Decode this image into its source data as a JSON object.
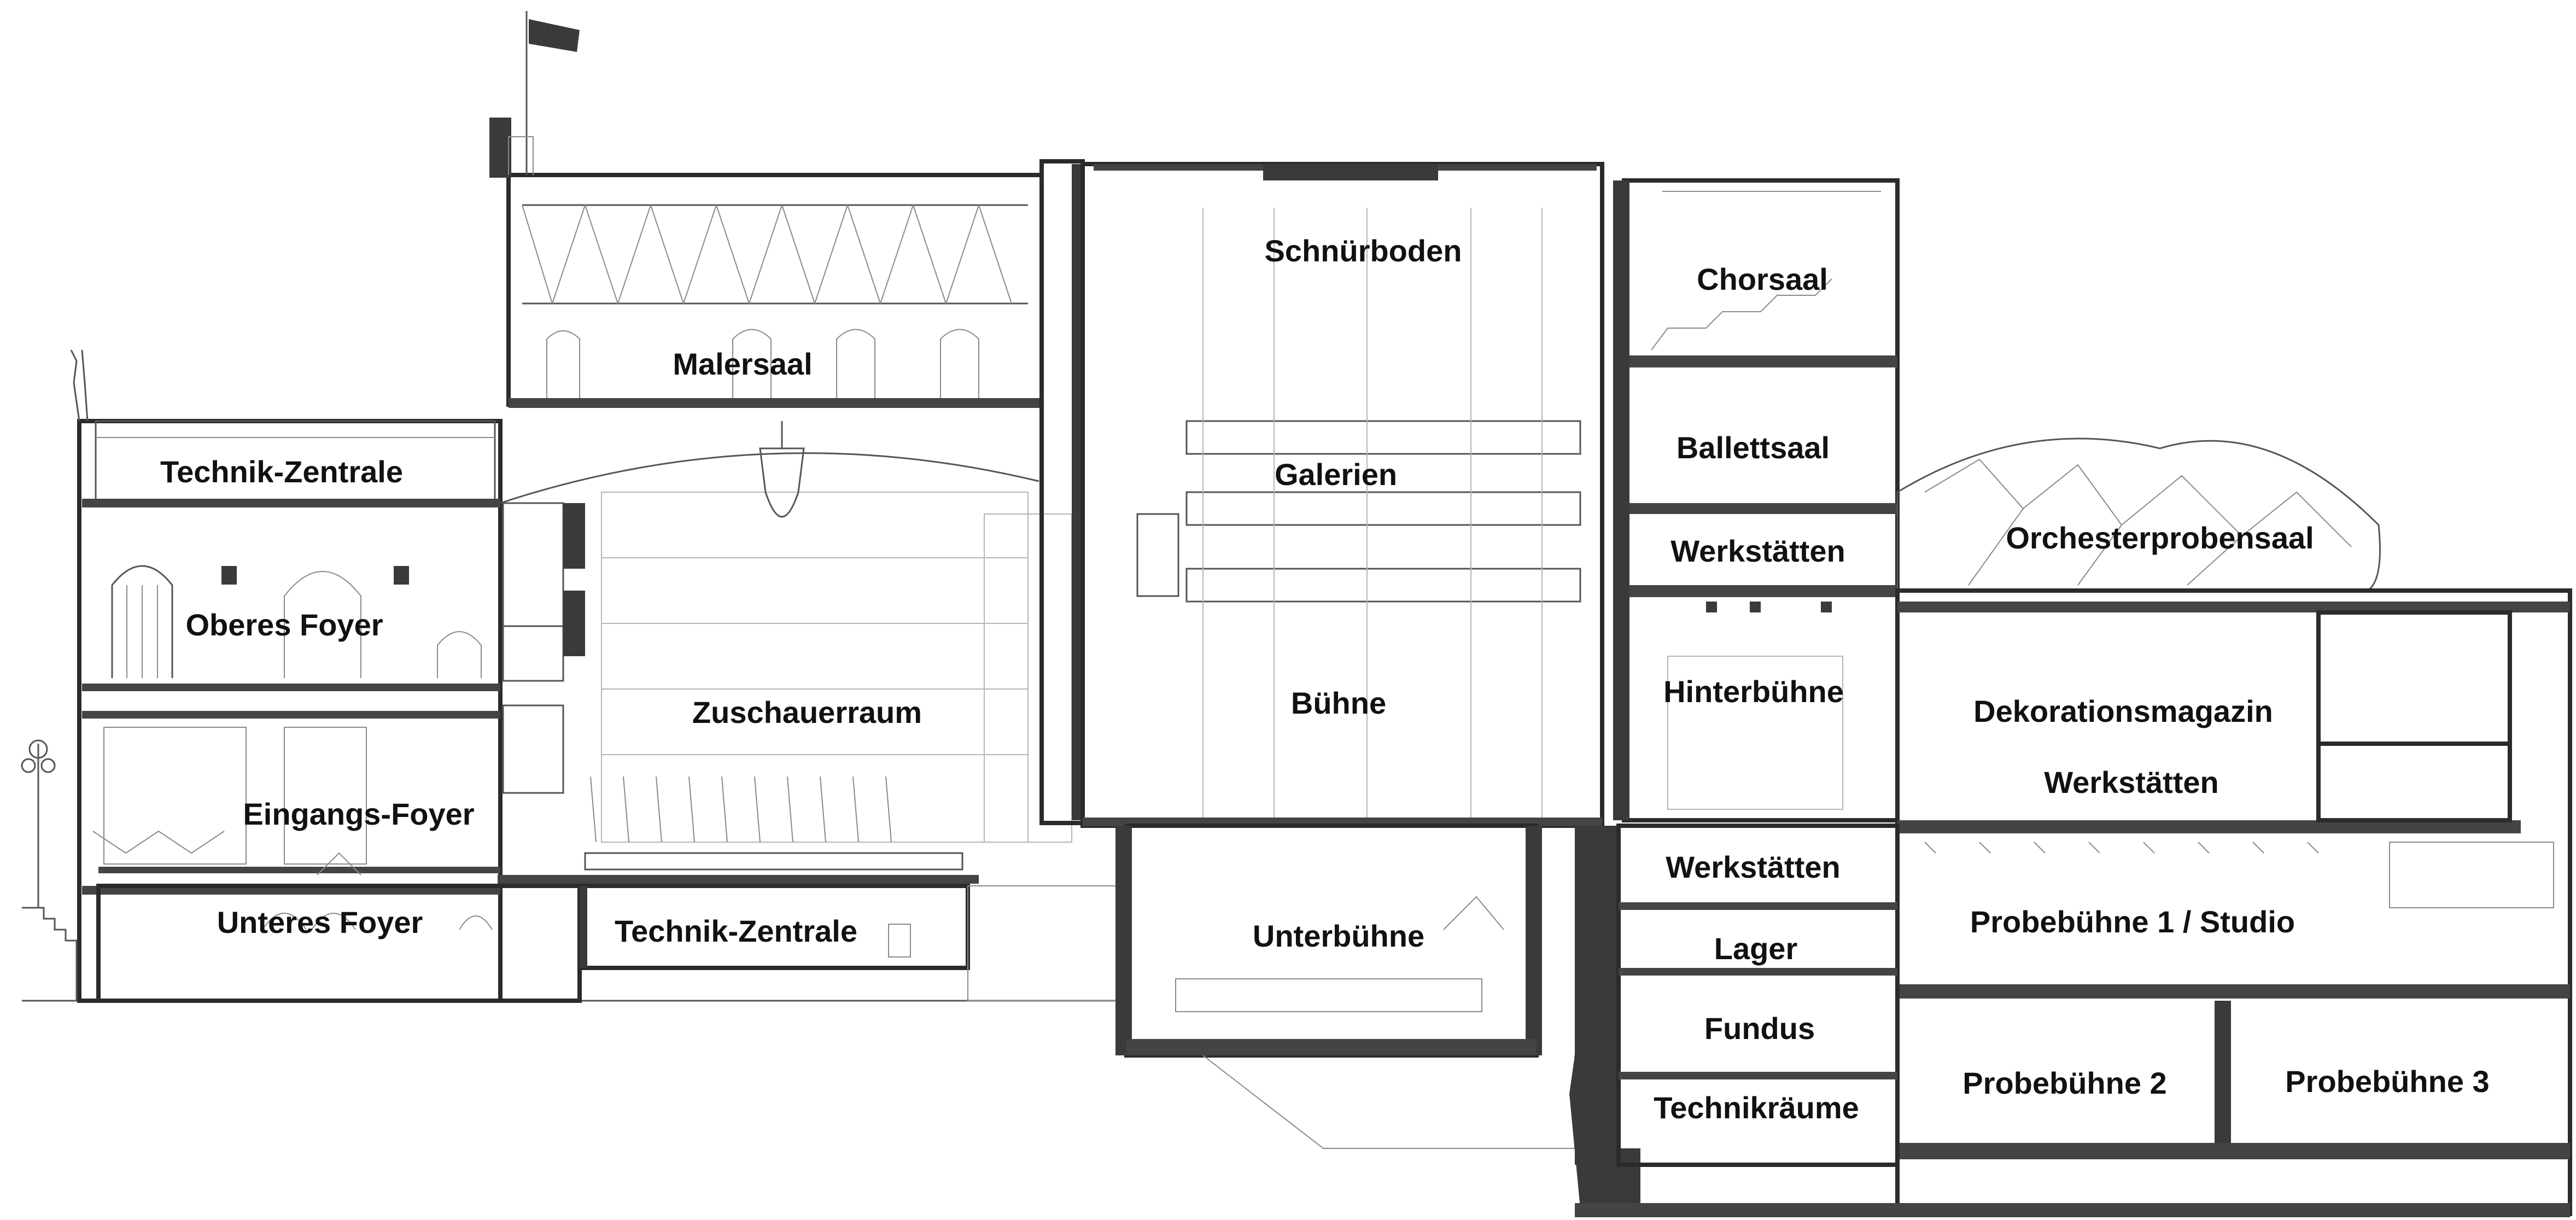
{
  "rooms": {
    "schnuerboden": "Schnürboden",
    "chorsaal": "Chorsaal",
    "malersaal": "Malersaal",
    "ballettsaal": "Ballettsaal",
    "technik_zentrale_oben": "Technik-Zentrale",
    "galerien": "Galerien",
    "werkstaetten_1": "Werkstätten",
    "orchesterprobensaal": "Orchesterprobensaal",
    "oberes_foyer": "Oberes Foyer",
    "hinterbuehne": "Hinterbühne",
    "zuschauerraum": "Zuschauerraum",
    "buehne": "Bühne",
    "dekorationsmagazin": "Dekorationsmagazin",
    "werkstaetten_2": "Werkstätten",
    "eingangs_foyer": "Eingangs-Foyer",
    "werkstaetten_3": "Werkstätten",
    "unteres_foyer": "Unteres Foyer",
    "technik_zentrale_unten": "Technik-Zentrale",
    "unterbuehne": "Unterbühne",
    "probebuehne_1": "Probebühne 1 / Studio",
    "lager": "Lager",
    "fundus": "Fundus",
    "probebuehne_2": "Probebühne 2",
    "probebuehne_3": "Probebühne 3",
    "technikraeume": "Technikräume"
  }
}
